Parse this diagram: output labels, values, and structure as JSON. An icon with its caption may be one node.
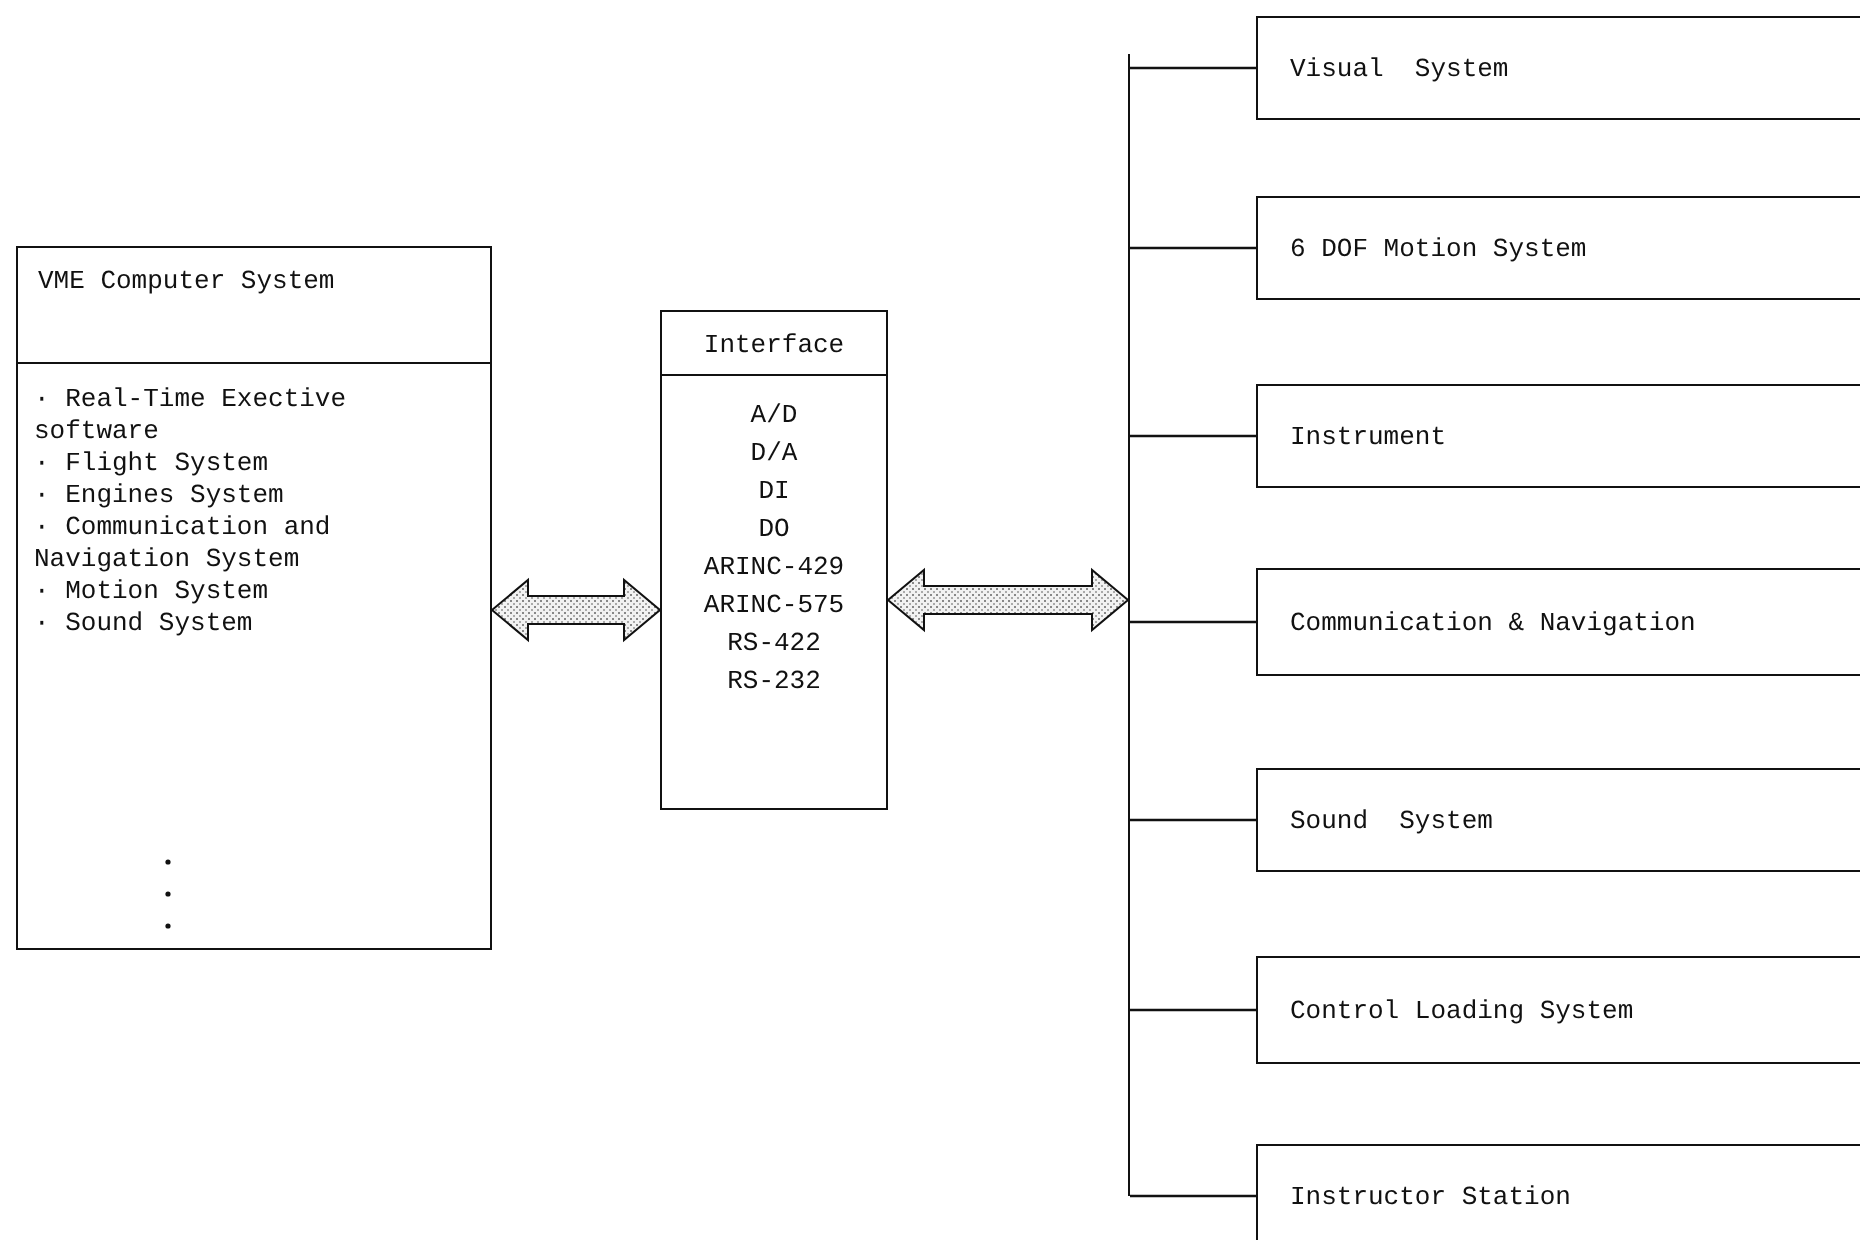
{
  "diagram": {
    "nodes": [
      {
        "text": [
          "VME Computer System",
          "· Real-Time Exective software",
          "· Flight System",
          "· Engines System",
          "· Communication and Navigation System",
          "· Motion System",
          "· Sound System"
        ]
      },
      {
        "text": [
          "Interface",
          "A/D",
          "D/A",
          "DI",
          "DO",
          "ARINC-429",
          "ARINC-575",
          "RS-422",
          "RS-232"
        ]
      },
      {
        "text": [],
        "shape": "bar"
      },
      {
        "text": [
          "Visual  System"
        ]
      },
      {
        "text": [
          "6 DOF Motion System"
        ]
      },
      {
        "text": [
          "Instrument"
        ]
      },
      {
        "text": [
          "Communication & Navigation"
        ]
      },
      {
        "text": [
          "Sound  System"
        ]
      },
      {
        "text": [
          "Control Loading System"
        ]
      },
      {
        "text": [
          "Instructor Station"
        ]
      }
    ],
    "edges": [
      {
        "from": 0,
        "to": 1,
        "arrow": "both",
        "style": "thick"
      },
      {
        "from": 1,
        "to": 2,
        "arrow": "both",
        "style": "thick"
      },
      {
        "from": 2,
        "to": 3,
        "arrow": "none"
      },
      {
        "from": 2,
        "to": 4,
        "arrow": "none"
      },
      {
        "from": 2,
        "to": 5,
        "arrow": "none"
      },
      {
        "from": 2,
        "to": 6,
        "arrow": "none"
      },
      {
        "from": 2,
        "to": 7,
        "arrow": "none"
      },
      {
        "from": 2,
        "to": 8,
        "arrow": "none"
      },
      {
        "from": 2,
        "to": 9,
        "arrow": "none"
      }
    ]
  }
}
